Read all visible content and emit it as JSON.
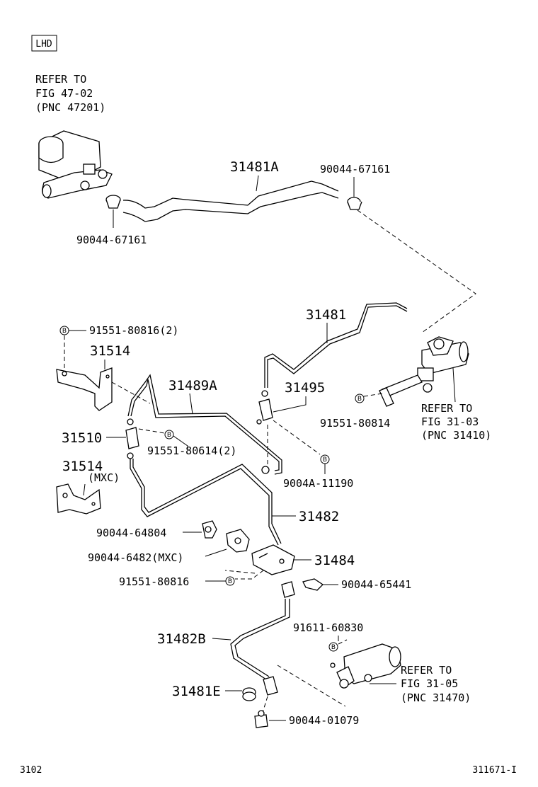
{
  "badge": "LHD",
  "footer": {
    "left": "3102",
    "right": "311671-I"
  },
  "bolt_mark": "B",
  "refer_master": [
    "REFER TO",
    "FIG 47-02",
    "(PNC 47201)"
  ],
  "refer_clutch_master": [
    "REFER TO",
    "FIG 31-03",
    "(PNC 31410)"
  ],
  "refer_release": [
    "REFER TO",
    "FIG 31-05",
    "(PNC 31470)"
  ],
  "parts": {
    "p31481A": "31481A",
    "p90044_67161_top": "90044-67161",
    "p90044_67161_left": "90044-67161",
    "p31481": "31481",
    "p91551_80816_2": "91551-80816(2)",
    "p31514": "31514",
    "p31489A": "31489A",
    "p31495": "31495",
    "p91551_80814": "91551-80814",
    "p31510": "31510",
    "p91551_80614_2": "91551-80614(2)",
    "p31514_mxc": "31514",
    "mxc_note": "(MXC)",
    "p9004A_11190": "9004A-11190",
    "p31482": "31482",
    "p90044_64804": "90044-64804",
    "p90044_64820": "90044-6482(MXC)",
    "p31484": "31484",
    "p91551_80816": "91551-80816",
    "p90044_65441": "90044-65441",
    "p91611_60830": "91611-60830",
    "p31482B": "31482B",
    "p31481E": "31481E",
    "p90044_01079": "90044-01079"
  }
}
